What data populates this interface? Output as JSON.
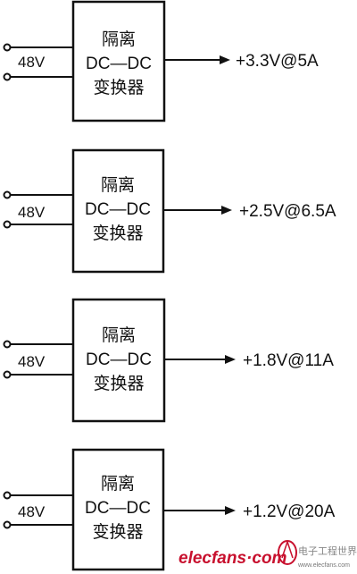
{
  "converters": [
    {
      "box_lines": [
        "隔离",
        "DC—DC",
        "变换器"
      ],
      "input_label": "48V",
      "output_label": "+3.3V@5A"
    },
    {
      "box_lines": [
        "隔离",
        "DC—DC",
        "变换器"
      ],
      "input_label": "48V",
      "output_label": "+2.5V@6.5A"
    },
    {
      "box_lines": [
        "隔离",
        "DC—DC",
        "变换器"
      ],
      "input_label": "48V",
      "output_label": "+1.8V@11A"
    },
    {
      "box_lines": [
        "隔离",
        "DC—DC",
        "变换器"
      ],
      "input_label": "48V",
      "output_label": "+1.2V@20A"
    }
  ],
  "watermark": {
    "brand": "elecfans·com",
    "cn_name": "电子工程世界",
    "url": "www.elecfans.com"
  },
  "colors": {
    "line": "#111111",
    "brand": "#c8102e"
  }
}
